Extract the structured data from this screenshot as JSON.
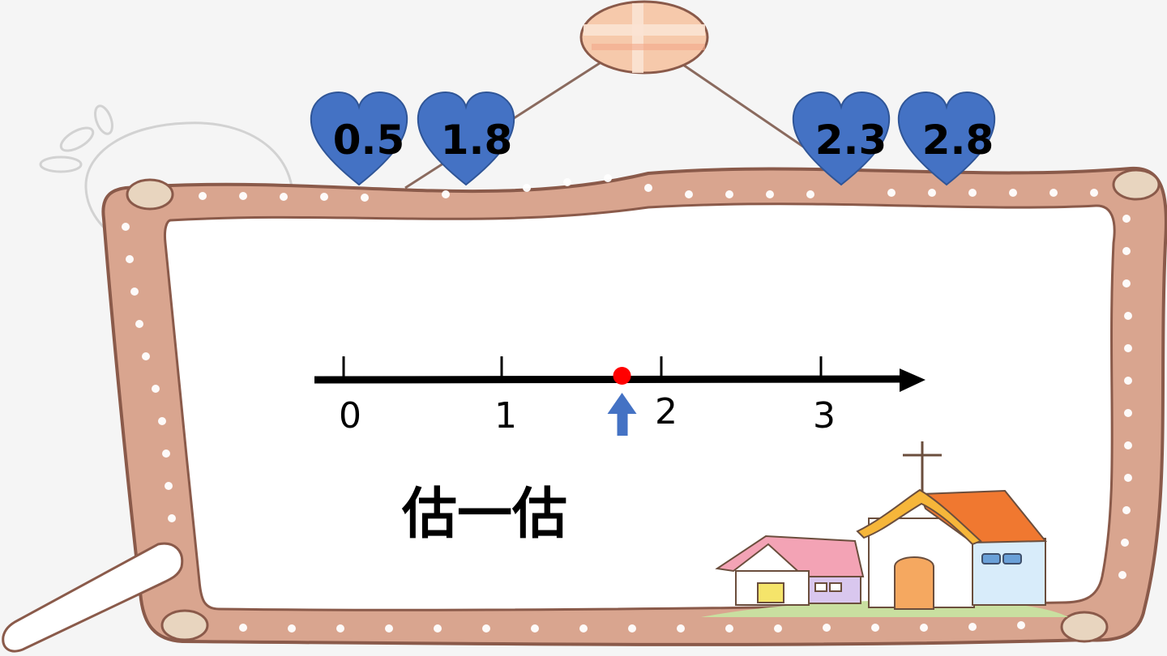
{
  "hearts": [
    {
      "label": "0.5"
    },
    {
      "label": "1.8"
    },
    {
      "label": "2.3"
    },
    {
      "label": "2.8"
    }
  ],
  "number_line": {
    "ticks": [
      "0",
      "1",
      "2",
      "3"
    ],
    "marked_value": 1.75
  },
  "title": "估一估",
  "colors": {
    "heart": "#4472c4",
    "dot": "#ff0000",
    "arrow": "#4472c4",
    "frame": "#d9a58f",
    "frame_outline": "#8a5a4a"
  }
}
